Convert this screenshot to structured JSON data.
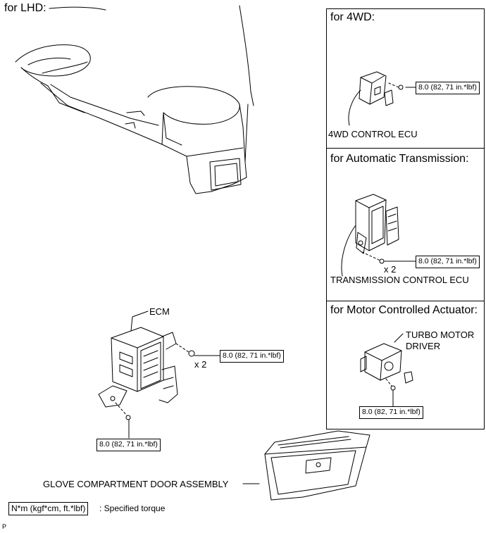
{
  "header": {
    "title": "for LHD:"
  },
  "panels": {
    "fourwd": {
      "title": "for 4WD:",
      "part_label": "4WD CONTROL ECU",
      "torque": "8.0 (82, 71 in.*lbf)"
    },
    "at": {
      "title": "for Automatic Transmission:",
      "part_label": "TRANSMISSION CONTROL ECU",
      "qty": "x 2",
      "torque": "8.0 (82, 71 in.*lbf)"
    },
    "mca": {
      "title": "for Motor Controlled Actuator:",
      "part_label_line1": "TURBO MOTOR",
      "part_label_line2": "DRIVER",
      "torque": "8.0 (82, 71 in.*lbf)"
    }
  },
  "ecm": {
    "label": "ECM",
    "qty": "x 2",
    "torque_nut": "8.0 (82, 71 in.*lbf)",
    "torque_bolt": "8.0 (82, 71 in.*lbf)"
  },
  "glove": {
    "label": "GLOVE COMPARTMENT DOOR ASSEMBLY"
  },
  "legend": {
    "unit_box": "N*m (kgf*cm, ft.*lbf)",
    "description": ": Specified torque"
  },
  "footer": {
    "code": "P"
  }
}
